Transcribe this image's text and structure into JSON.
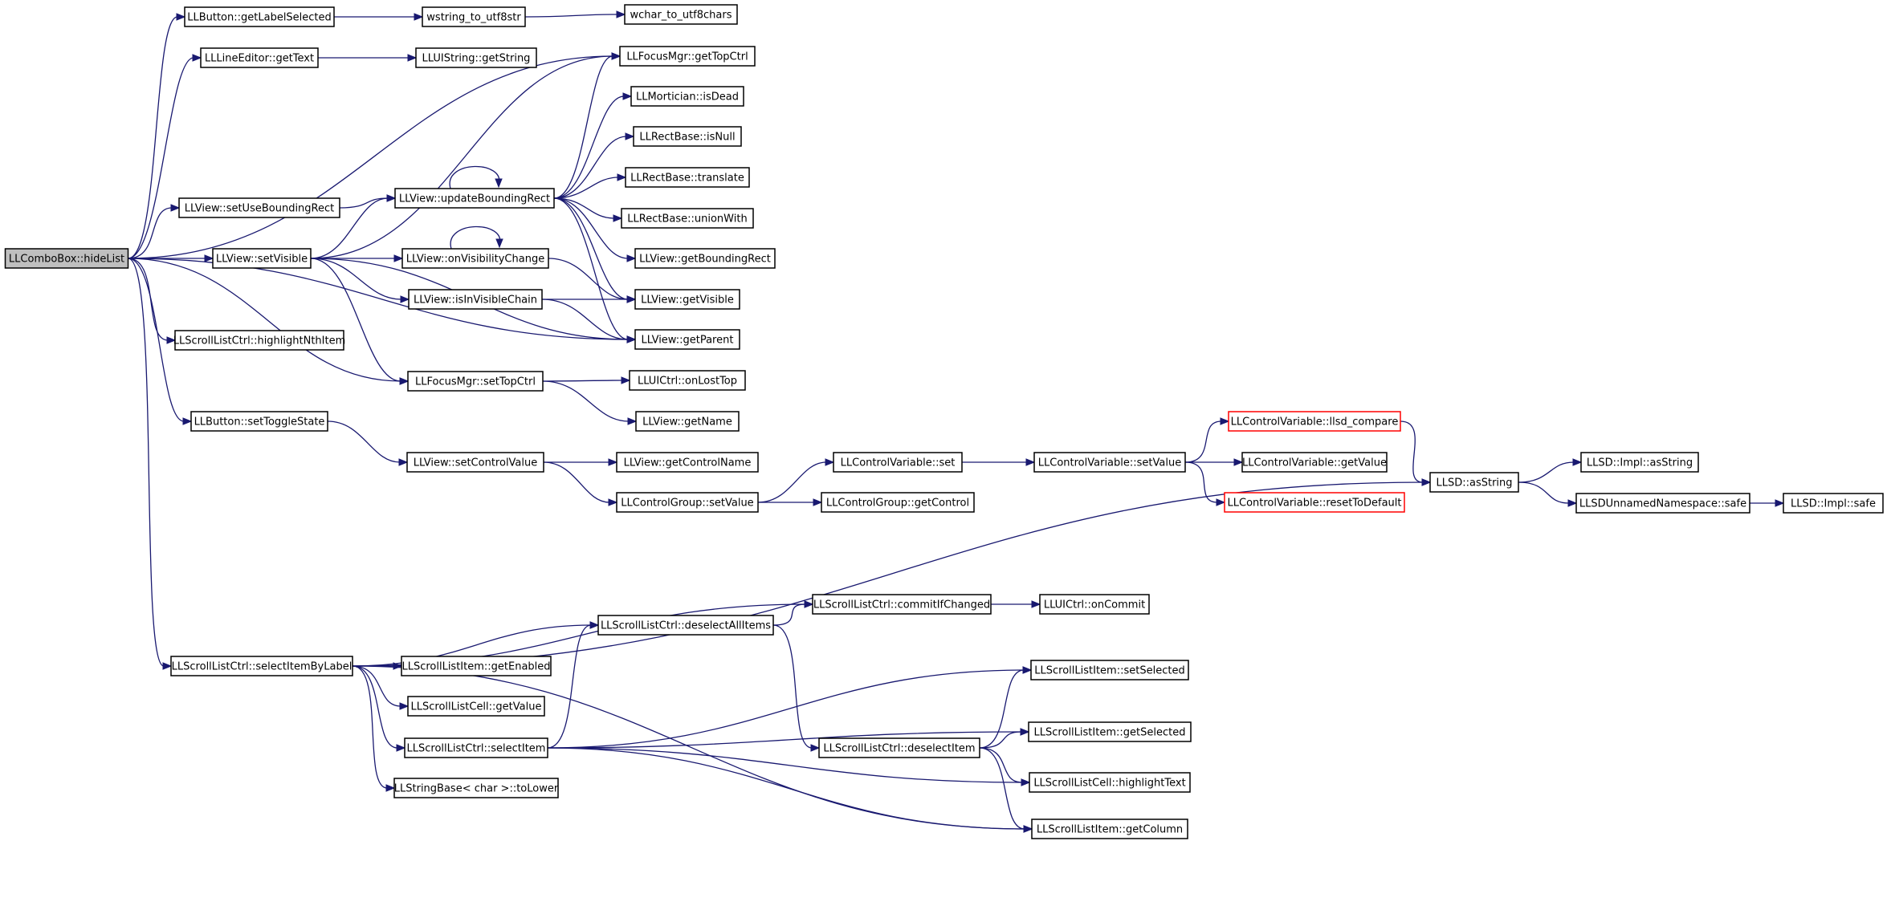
{
  "graph": {
    "type": "call-graph",
    "nodes": [
      {
        "id": "hideList",
        "label": "LLComboBox::hideList",
        "root": true
      },
      {
        "id": "getLabelSelected",
        "label": "LLButton::getLabelSelected"
      },
      {
        "id": "wstring_to_utf8str",
        "label": "wstring_to_utf8str"
      },
      {
        "id": "wchar_to_utf8chars",
        "label": "wchar_to_utf8chars"
      },
      {
        "id": "getText",
        "label": "LLLineEditor::getText"
      },
      {
        "id": "getString",
        "label": "LLUIString::getString"
      },
      {
        "id": "getTopCtrl",
        "label": "LLFocusMgr::getTopCtrl"
      },
      {
        "id": "isDead",
        "label": "LLMortician::isDead"
      },
      {
        "id": "isNull",
        "label": "LLRectBase::isNull"
      },
      {
        "id": "translate",
        "label": "LLRectBase::translate"
      },
      {
        "id": "unionWith",
        "label": "LLRectBase::unionWith"
      },
      {
        "id": "getBoundingRect",
        "label": "LLView::getBoundingRect"
      },
      {
        "id": "setUseBoundingRect",
        "label": "LLView::setUseBoundingRect"
      },
      {
        "id": "updateBoundingRect",
        "label": "LLView::updateBoundingRect"
      },
      {
        "id": "setVisible",
        "label": "LLView::setVisible"
      },
      {
        "id": "onVisibilityChange",
        "label": "LLView::onVisibilityChange"
      },
      {
        "id": "getVisible",
        "label": "LLView::getVisible"
      },
      {
        "id": "isInVisibleChain",
        "label": "LLView::isInVisibleChain"
      },
      {
        "id": "getParent",
        "label": "LLView::getParent"
      },
      {
        "id": "highlightNthItem",
        "label": "LLScrollListCtrl::highlightNthItem"
      },
      {
        "id": "setTopCtrl",
        "label": "LLFocusMgr::setTopCtrl"
      },
      {
        "id": "onLostTop",
        "label": "LLUICtrl::onLostTop"
      },
      {
        "id": "getName",
        "label": "LLView::getName"
      },
      {
        "id": "setToggleState",
        "label": "LLButton::setToggleState"
      },
      {
        "id": "setControlValue",
        "label": "LLView::setControlValue"
      },
      {
        "id": "getControlName",
        "label": "LLView::getControlName"
      },
      {
        "id": "cgSetValue",
        "label": "LLControlGroup::setValue"
      },
      {
        "id": "getControl",
        "label": "LLControlGroup::getControl"
      },
      {
        "id": "cvSet",
        "label": "LLControlVariable::set"
      },
      {
        "id": "cvSetValue",
        "label": "LLControlVariable::setValue"
      },
      {
        "id": "llsdCompare",
        "label": "LLControlVariable::llsd_compare",
        "red": true
      },
      {
        "id": "cvGetValue",
        "label": "LLControlVariable::getValue"
      },
      {
        "id": "resetToDefault",
        "label": "LLControlVariable::resetToDefault",
        "red": true
      },
      {
        "id": "asString",
        "label": "LLSD::asString"
      },
      {
        "id": "implAsString",
        "label": "LLSD::Impl::asString"
      },
      {
        "id": "nsSafe",
        "label": "LLSDUnnamedNamespace::safe"
      },
      {
        "id": "implSafe",
        "label": "LLSD::Impl::safe"
      },
      {
        "id": "commitIfChanged",
        "label": "LLScrollListCtrl::commitIfChanged"
      },
      {
        "id": "onCommit",
        "label": "LLUICtrl::onCommit"
      },
      {
        "id": "deselectAllItems",
        "label": "LLScrollListCtrl::deselectAllItems"
      },
      {
        "id": "selectItemByLabel",
        "label": "LLScrollListCtrl::selectItemByLabel"
      },
      {
        "id": "getEnabled",
        "label": "LLScrollListItem::getEnabled"
      },
      {
        "id": "getValue",
        "label": "LLScrollListCell::getValue"
      },
      {
        "id": "selectItem",
        "label": "LLScrollListCtrl::selectItem"
      },
      {
        "id": "toLower",
        "label": "LLStringBase< char >::toLower"
      },
      {
        "id": "setSelected",
        "label": "LLScrollListItem::setSelected"
      },
      {
        "id": "getSelected",
        "label": "LLScrollListItem::getSelected"
      },
      {
        "id": "deselectItem",
        "label": "LLScrollListCtrl::deselectItem"
      },
      {
        "id": "highlightText",
        "label": "LLScrollListCell::highlightText"
      },
      {
        "id": "getColumn",
        "label": "LLScrollListItem::getColumn"
      }
    ],
    "edges": [
      [
        "hideList",
        "getLabelSelected"
      ],
      [
        "hideList",
        "getText"
      ],
      [
        "hideList",
        "getTopCtrl"
      ],
      [
        "hideList",
        "setUseBoundingRect"
      ],
      [
        "hideList",
        "setVisible"
      ],
      [
        "hideList",
        "getParent"
      ],
      [
        "hideList",
        "highlightNthItem"
      ],
      [
        "hideList",
        "setTopCtrl"
      ],
      [
        "hideList",
        "setToggleState"
      ],
      [
        "hideList",
        "selectItemByLabel"
      ],
      [
        "getLabelSelected",
        "wstring_to_utf8str"
      ],
      [
        "wstring_to_utf8str",
        "wchar_to_utf8chars"
      ],
      [
        "getText",
        "getString"
      ],
      [
        "setUseBoundingRect",
        "updateBoundingRect"
      ],
      [
        "updateBoundingRect",
        "updateBoundingRect"
      ],
      [
        "updateBoundingRect",
        "getTopCtrl"
      ],
      [
        "updateBoundingRect",
        "isDead"
      ],
      [
        "updateBoundingRect",
        "isNull"
      ],
      [
        "updateBoundingRect",
        "translate"
      ],
      [
        "updateBoundingRect",
        "unionWith"
      ],
      [
        "updateBoundingRect",
        "getBoundingRect"
      ],
      [
        "updateBoundingRect",
        "getVisible"
      ],
      [
        "updateBoundingRect",
        "getParent"
      ],
      [
        "setVisible",
        "getTopCtrl"
      ],
      [
        "setVisible",
        "updateBoundingRect"
      ],
      [
        "setVisible",
        "onVisibilityChange"
      ],
      [
        "setVisible",
        "isInVisibleChain"
      ],
      [
        "setVisible",
        "getParent"
      ],
      [
        "setVisible",
        "setTopCtrl"
      ],
      [
        "onVisibilityChange",
        "onVisibilityChange"
      ],
      [
        "onVisibilityChange",
        "getVisible"
      ],
      [
        "isInVisibleChain",
        "getVisible"
      ],
      [
        "isInVisibleChain",
        "getParent"
      ],
      [
        "setTopCtrl",
        "onLostTop"
      ],
      [
        "setTopCtrl",
        "getName"
      ],
      [
        "setToggleState",
        "setControlValue"
      ],
      [
        "setControlValue",
        "getControlName"
      ],
      [
        "setControlValue",
        "cgSetValue"
      ],
      [
        "cgSetValue",
        "cvSet"
      ],
      [
        "cgSetValue",
        "getControl"
      ],
      [
        "cvSet",
        "cvSetValue"
      ],
      [
        "cvSetValue",
        "llsdCompare"
      ],
      [
        "cvSetValue",
        "cvGetValue"
      ],
      [
        "cvSetValue",
        "resetToDefault"
      ],
      [
        "llsdCompare",
        "asString"
      ],
      [
        "asString",
        "implAsString"
      ],
      [
        "asString",
        "nsSafe"
      ],
      [
        "nsSafe",
        "implSafe"
      ],
      [
        "selectItemByLabel",
        "asString"
      ],
      [
        "selectItemByLabel",
        "commitIfChanged"
      ],
      [
        "selectItemByLabel",
        "deselectAllItems"
      ],
      [
        "selectItemByLabel",
        "getEnabled"
      ],
      [
        "selectItemByLabel",
        "getValue"
      ],
      [
        "selectItemByLabel",
        "selectItem"
      ],
      [
        "selectItemByLabel",
        "toLower"
      ],
      [
        "selectItemByLabel",
        "getColumn"
      ],
      [
        "commitIfChanged",
        "onCommit"
      ],
      [
        "deselectAllItems",
        "commitIfChanged"
      ],
      [
        "deselectAllItems",
        "deselectItem"
      ],
      [
        "selectItem",
        "deselectAllItems"
      ],
      [
        "selectItem",
        "setSelected"
      ],
      [
        "selectItem",
        "getSelected"
      ],
      [
        "selectItem",
        "highlightText"
      ],
      [
        "selectItem",
        "getColumn"
      ],
      [
        "deselectItem",
        "setSelected"
      ],
      [
        "deselectItem",
        "getSelected"
      ],
      [
        "deselectItem",
        "highlightText"
      ],
      [
        "deselectItem",
        "getColumn"
      ]
    ]
  }
}
